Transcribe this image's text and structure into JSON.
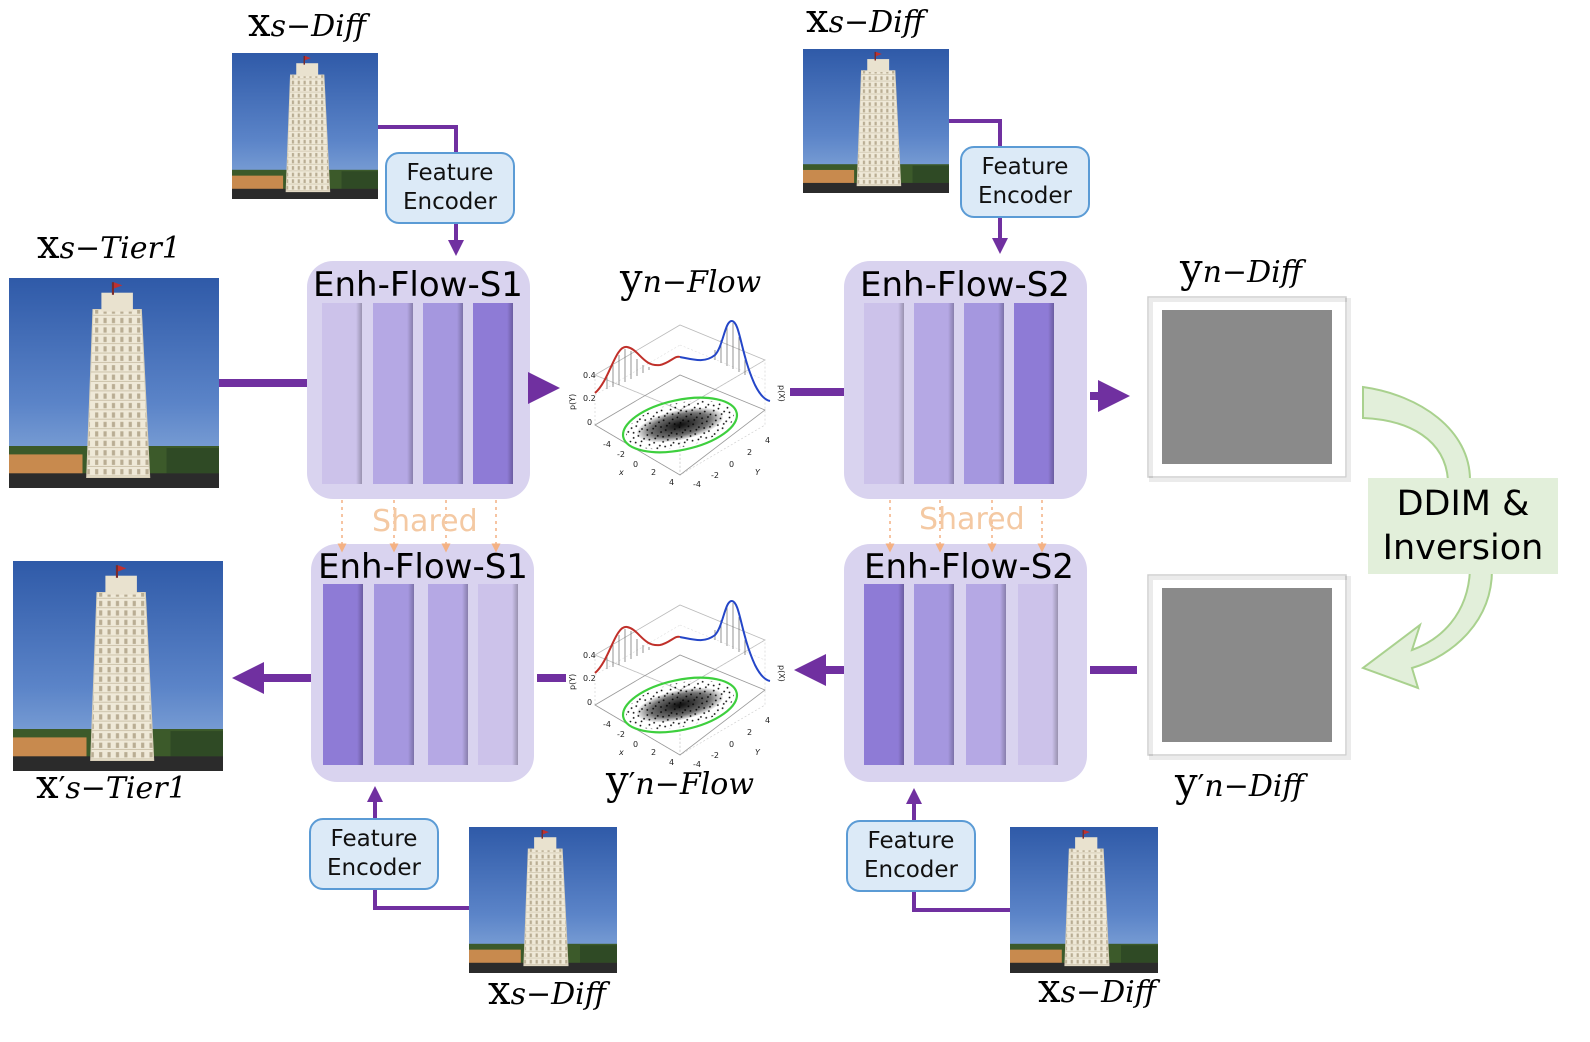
{
  "labels": {
    "x_s_diff": {
      "base": "x",
      "sub": "s−Diff"
    },
    "x_s_tier1": {
      "base": "x",
      "sub": "s−Tier1"
    },
    "x_s_tier1_prime": {
      "base": "x",
      "prime": "′",
      "sub": "s−Tier1"
    },
    "y_n_flow": {
      "base": "y",
      "sub": "n−Flow"
    },
    "y_n_flow_prime": {
      "base": "y",
      "prime": "′",
      "sub": "n−Flow"
    },
    "y_n_diff": {
      "base": "y",
      "sub": "n−Diff"
    },
    "y_n_diff_prime": {
      "base": "y",
      "prime": "′",
      "sub": "n−Diff"
    }
  },
  "modules": {
    "enh_flow_s1": "Enh-Flow-S1",
    "enh_flow_s2": "Enh-Flow-S2",
    "feature_encoder": {
      "line1": "Feature",
      "line2": "Encoder"
    },
    "shared": "Shared",
    "ddim": {
      "line1": "DDIM &",
      "line2": "Inversion"
    }
  },
  "colors": {
    "arrow": "#7030a0",
    "flow_block_bg": "#d9d3ef",
    "bar_light": "#ccc2ea",
    "bar_mid1": "#b5a8e4",
    "bar_mid2": "#a597df",
    "bar_dark": "#8e7bd6",
    "encoder_fill": "#dceaf7",
    "encoder_border": "#5b9bd5",
    "shared_text": "#f4c9a3",
    "ddim_fill": "#e2efda",
    "noise_gray": "#8a8a8a"
  },
  "plot_ticks": {
    "z": [
      "0.4",
      "0.2",
      "0"
    ],
    "x": [
      "-4",
      "-2",
      "0",
      "2",
      "4"
    ],
    "y": [
      "-4",
      "-2",
      "0",
      "2",
      "4"
    ],
    "zlabel": "p(Y)",
    "zlabel2": "p(X)",
    "xlabel": "x",
    "ylabel": "Y"
  }
}
